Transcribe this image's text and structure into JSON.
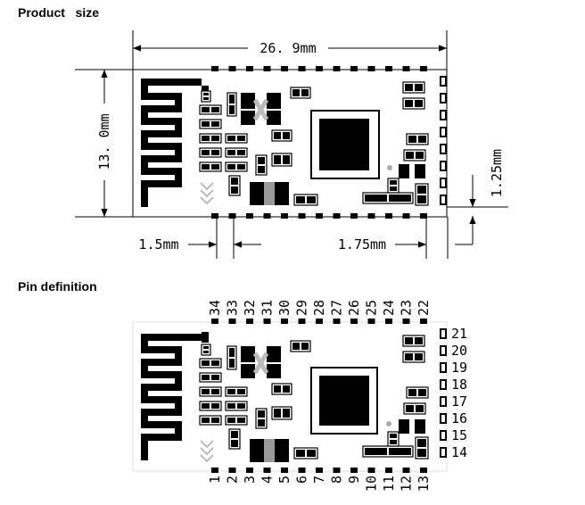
{
  "section_titles": {
    "product_size": "Product   size",
    "pin_definition": "Pin definition"
  },
  "dimensions": {
    "width": "26. 9mm",
    "height": "13. 0mm",
    "left_gap": "1.5mm",
    "pitch": "1.75mm",
    "right_gap": "1.25mm"
  },
  "pins": {
    "top": [
      "34",
      "33",
      "32",
      "31",
      "30",
      "29",
      "28",
      "27",
      "26",
      "25",
      "24",
      "23",
      "22"
    ],
    "right": [
      "21",
      "20",
      "19",
      "18",
      "17",
      "16",
      "15",
      "14"
    ],
    "bottom": [
      "1",
      "2",
      "3",
      "4",
      "5",
      "6",
      "7",
      "8",
      "9",
      "10",
      "11",
      "12",
      "13"
    ]
  },
  "colors": {
    "ink": "#000000",
    "gray_pad": "#888888",
    "light_gray": "#bbbbbb"
  }
}
